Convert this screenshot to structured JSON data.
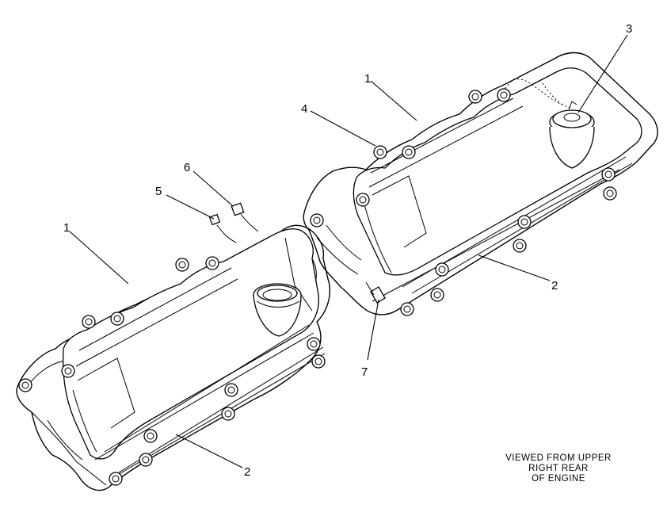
{
  "callouts": {
    "c1_right": "1",
    "c1_left": "1",
    "c2_right": "2",
    "c2_left": "2",
    "c3": "3",
    "c4": "4",
    "c5": "5",
    "c6": "6",
    "c7": "7"
  },
  "caption": {
    "line1": "VIEWED FROM UPPER",
    "line2": "RIGHT REAR",
    "line3": "OF ENGINE"
  }
}
